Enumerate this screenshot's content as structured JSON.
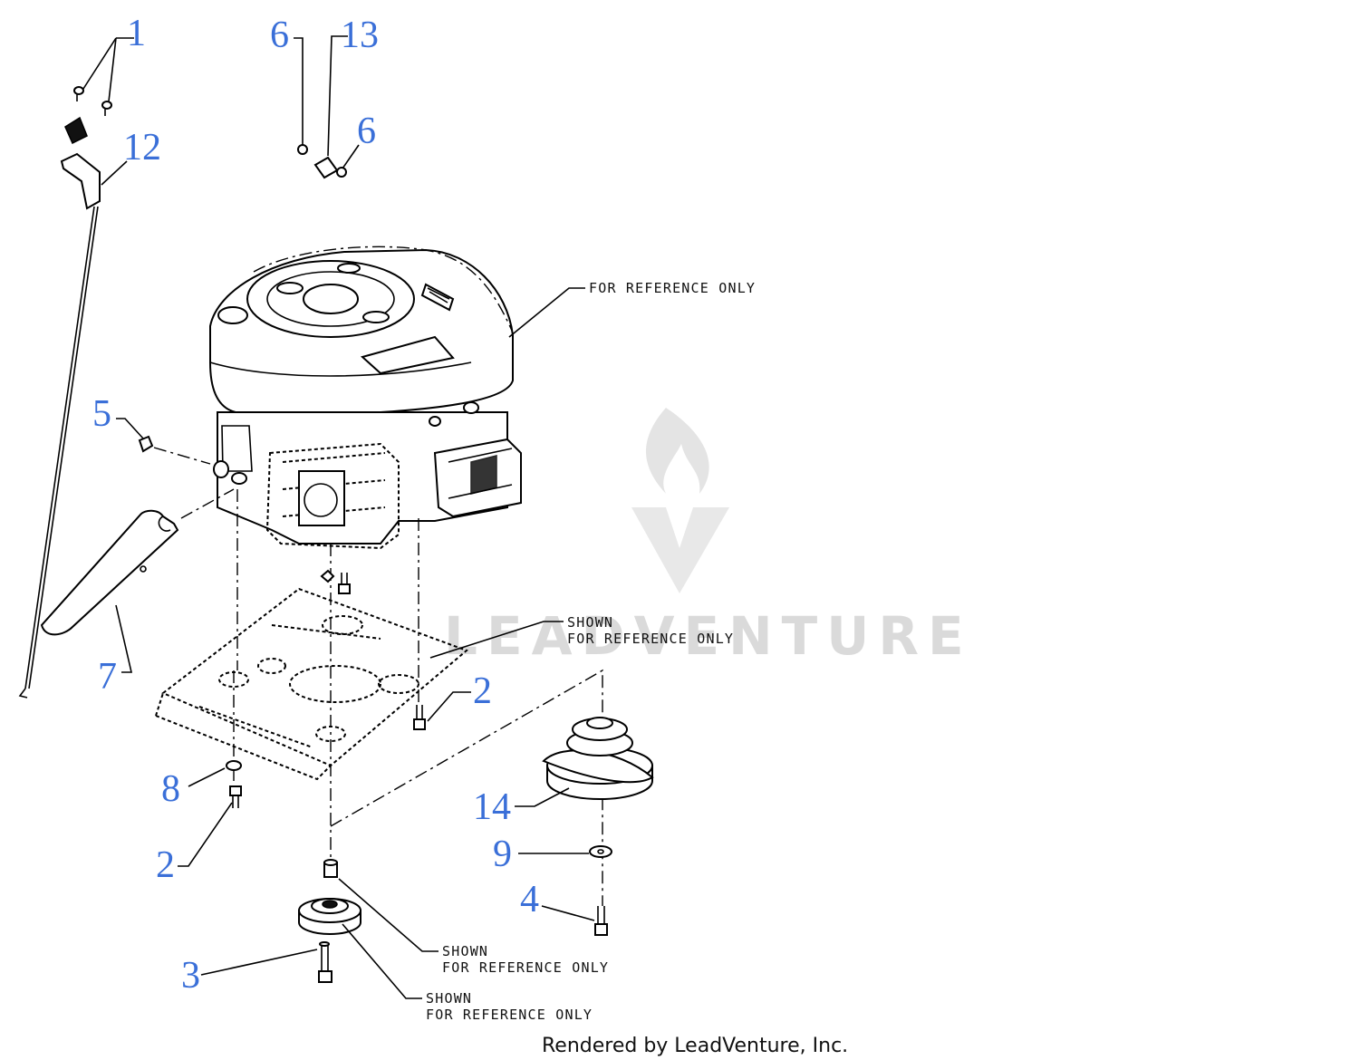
{
  "callouts": {
    "c1": "1",
    "c2a": "2",
    "c2b": "2",
    "c3": "3",
    "c4": "4",
    "c5": "5",
    "c6a": "6",
    "c6b": "6",
    "c7": "7",
    "c8": "8",
    "c9": "9",
    "c12": "12",
    "c13": "13",
    "c14": "14"
  },
  "notes": {
    "engine": "FOR REFERENCE ONLY",
    "plate_line1": "SHOWN",
    "plate_line2": "FOR REFERENCE ONLY",
    "spacer_line1": "SHOWN",
    "spacer_line2": "FOR REFERENCE ONLY",
    "pulley_line1": "SHOWN",
    "pulley_line2": "FOR REFERENCE ONLY"
  },
  "watermark": "LEADVENTURE",
  "footer": "Rendered by LeadVenture, Inc.",
  "colors": {
    "callout": "#3a6fd8",
    "linework": "#000000",
    "watermark": "#dadada"
  }
}
